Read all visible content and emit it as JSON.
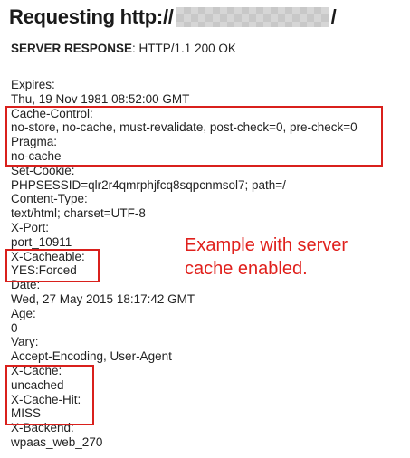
{
  "title": {
    "prefix": "Requesting http://",
    "suffix": "/"
  },
  "server_response": {
    "label": "SERVER RESPONSE",
    "value": ": HTTP/1.1 200 OK"
  },
  "headers": [
    "Expires:",
    "Thu, 19 Nov 1981 08:52:00 GMT",
    "Cache-Control:",
    "no-store, no-cache, must-revalidate, post-check=0, pre-check=0",
    "Pragma:",
    "no-cache",
    "Set-Cookie:",
    "PHPSESSID=qlr2r4qmrphjfcq8sqpcnmsol7; path=/",
    "Content-Type:",
    "text/html; charset=UTF-8",
    "X-Port:",
    "port_10911",
    "X-Cacheable:",
    "YES:Forced",
    "Date:",
    "Wed, 27 May 2015 18:17:42 GMT",
    "Age:",
    "0",
    "Vary:",
    "Accept-Encoding, User-Agent",
    "X-Cache:",
    "uncached",
    "X-Cache-Hit:",
    "MISS",
    "X-Backend:",
    "wpaas_web_270"
  ],
  "annotation": {
    "line1": "Example with server",
    "line2": "cache enabled."
  },
  "colors": {
    "highlight": "#d9201c",
    "annotation": "#e0201c"
  }
}
